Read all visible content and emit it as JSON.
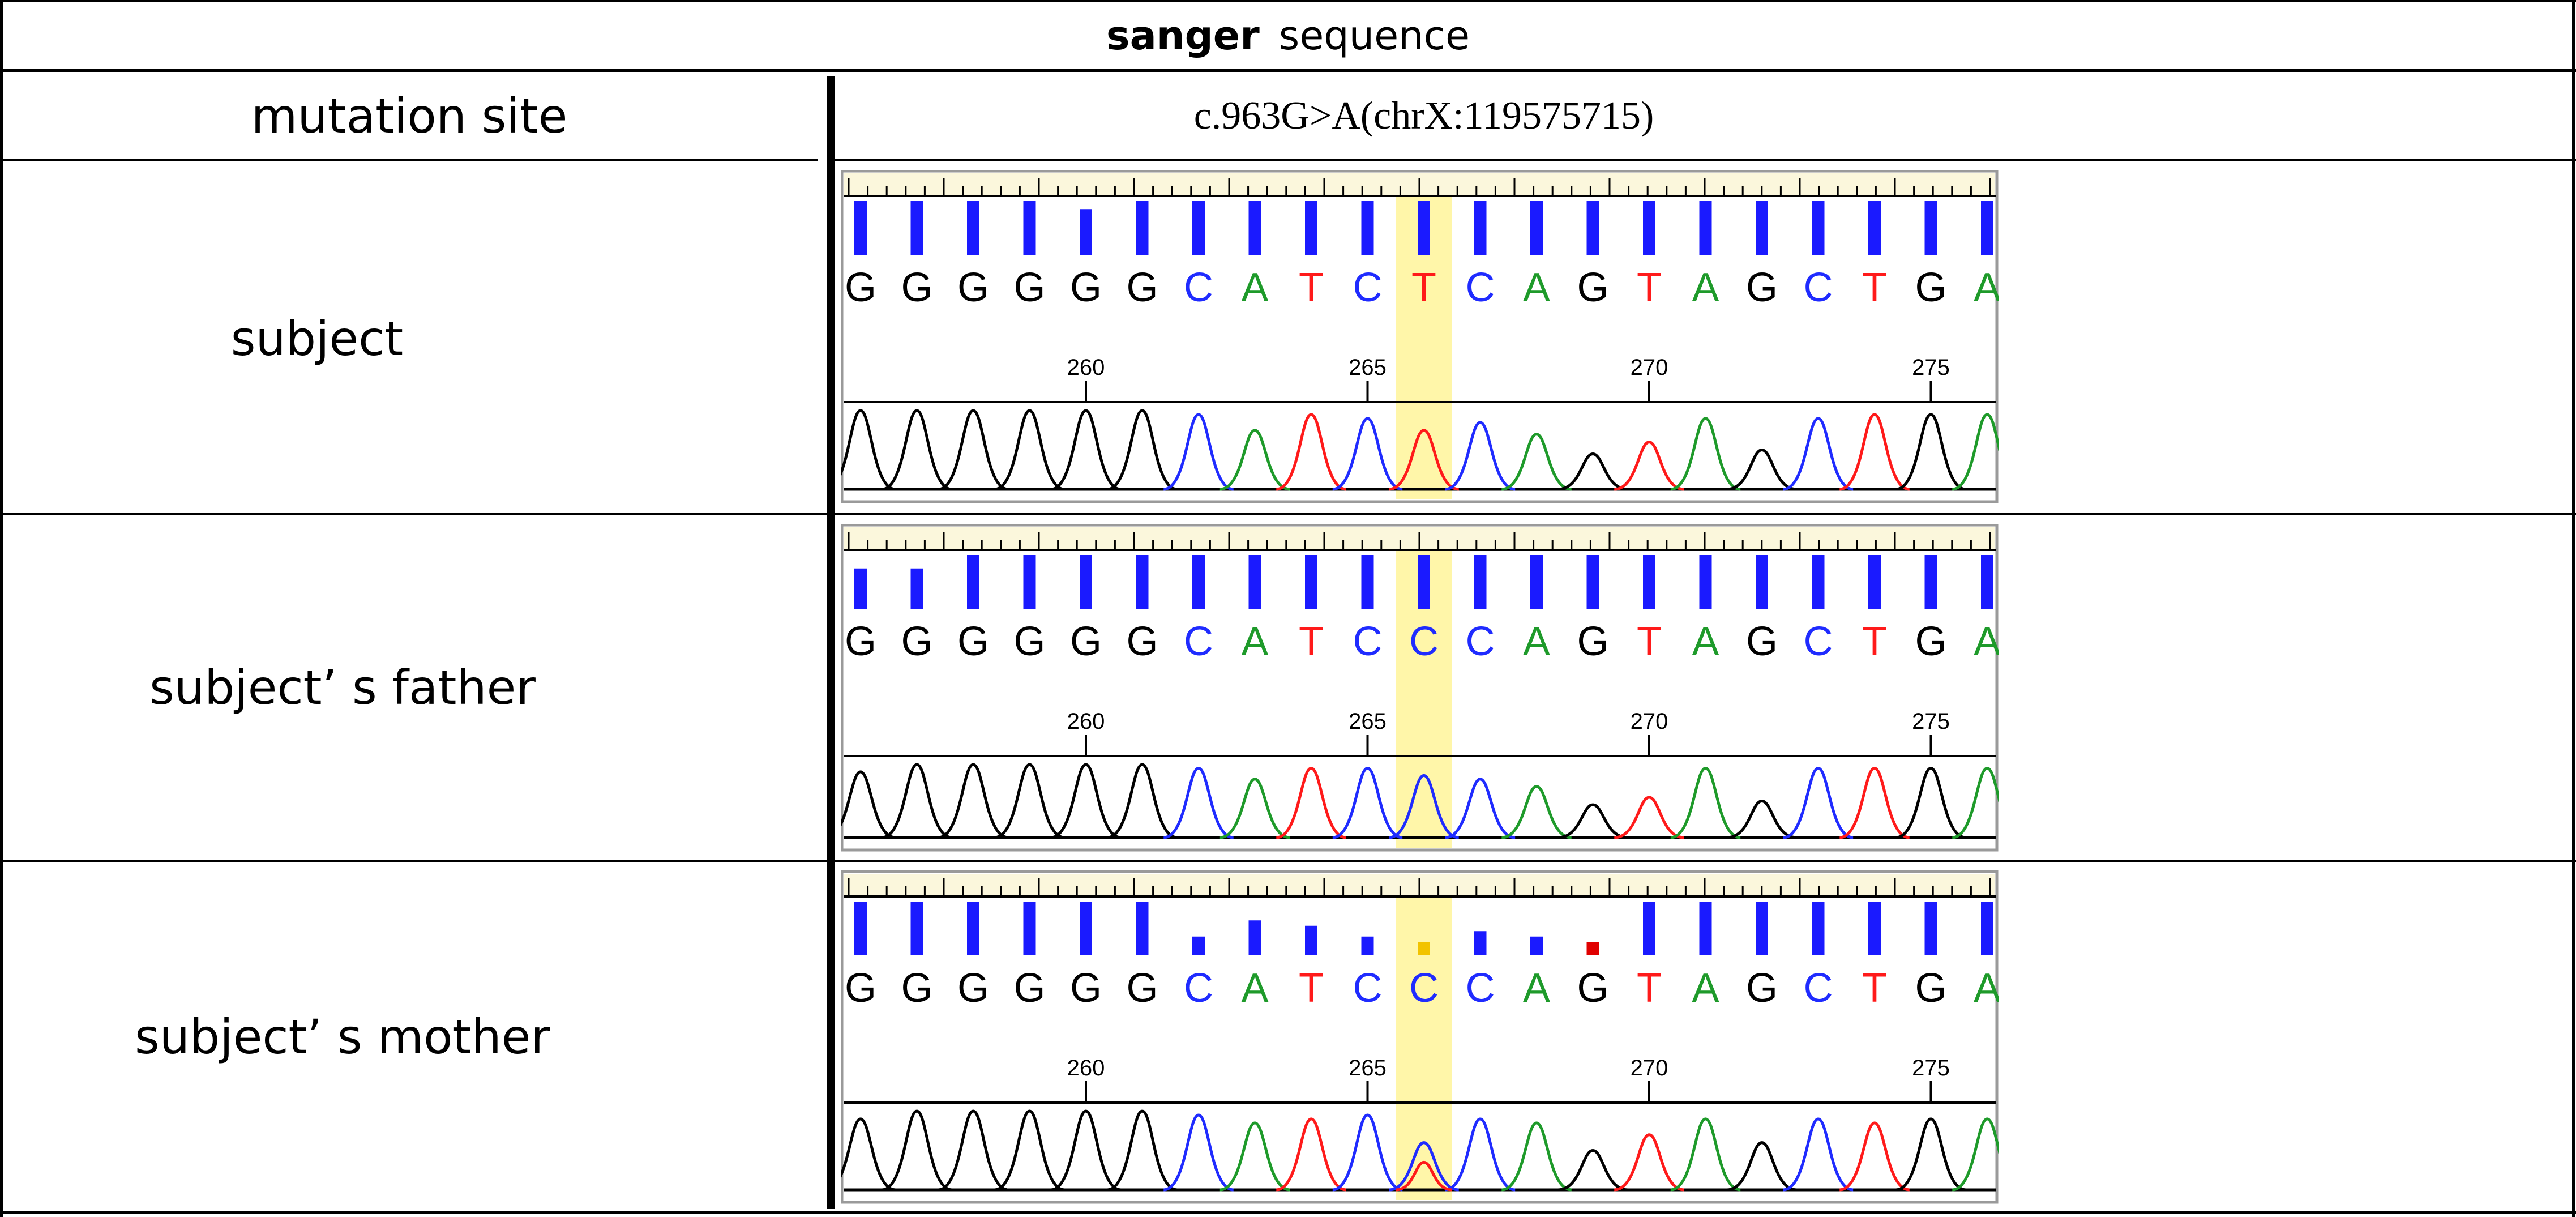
{
  "header": {
    "bold": "sanger",
    "rest": "sequence"
  },
  "mutation_row": {
    "label": "mutation site",
    "value": "c.963G>A(chrX:119575715)"
  },
  "samples": [
    {
      "label": "subject",
      "bases": [
        "G",
        "G",
        "G",
        "G",
        "G",
        "G",
        "C",
        "A",
        "T",
        "C",
        "T",
        "C",
        "A",
        "G",
        "T",
        "A",
        "G",
        "C",
        "T",
        "G",
        "A"
      ],
      "bar_heights": [
        1,
        1,
        1,
        1,
        0.85,
        1,
        1,
        1,
        1,
        1,
        1,
        1,
        1,
        1,
        1,
        1,
        1,
        1,
        1,
        1,
        1
      ],
      "peaks": [
        1,
        1,
        1,
        1,
        1,
        1,
        0.95,
        0.75,
        0.95,
        0.9,
        0.75,
        0.85,
        0.7,
        0.45,
        0.6,
        0.9,
        0.5,
        0.9,
        0.95,
        0.95,
        0.95
      ]
    },
    {
      "label": "subject’ s father",
      "bases": [
        "G",
        "G",
        "G",
        "G",
        "G",
        "G",
        "C",
        "A",
        "T",
        "C",
        "C",
        "C",
        "A",
        "G",
        "T",
        "A",
        "G",
        "C",
        "T",
        "G",
        "A"
      ],
      "bar_heights": [
        0.75,
        0.75,
        1,
        1,
        1,
        1,
        1,
        1,
        1,
        1,
        1,
        1,
        1,
        1,
        1,
        1,
        1,
        1,
        1,
        1,
        1
      ],
      "peaks": [
        0.9,
        1,
        1,
        1,
        1,
        1,
        0.95,
        0.8,
        0.95,
        0.95,
        0.85,
        0.8,
        0.7,
        0.45,
        0.55,
        0.95,
        0.5,
        0.95,
        0.95,
        0.95,
        0.95
      ]
    },
    {
      "label": "subject’ s mother",
      "bases": [
        "G",
        "G",
        "G",
        "G",
        "G",
        "G",
        "C",
        "A",
        "T",
        "C",
        "C",
        "C",
        "A",
        "G",
        "T",
        "A",
        "G",
        "C",
        "T",
        "G",
        "A"
      ],
      "bar_heights": [
        1,
        1,
        1,
        1,
        1,
        1,
        0.35,
        0.65,
        0.55,
        0.35,
        0.25,
        0.45,
        0.35,
        0.25,
        1,
        1,
        1,
        1,
        1,
        1,
        1
      ],
      "peaks": [
        0.9,
        1,
        1,
        1,
        1,
        1,
        0.95,
        0.85,
        0.9,
        0.95,
        0.6,
        0.9,
        0.85,
        0.5,
        0.7,
        0.9,
        0.6,
        0.9,
        0.85,
        0.9,
        0.9
      ]
    }
  ],
  "position_ticks": [
    "260",
    "265",
    "270",
    "275"
  ],
  "highlight_base_index": 10,
  "colors": {
    "G": "#000000",
    "C": "#1f2bff",
    "A": "#1e9a2a",
    "T": "#ff1a1a",
    "bar": "#1a1aff",
    "highlight": "#fff59a"
  }
}
